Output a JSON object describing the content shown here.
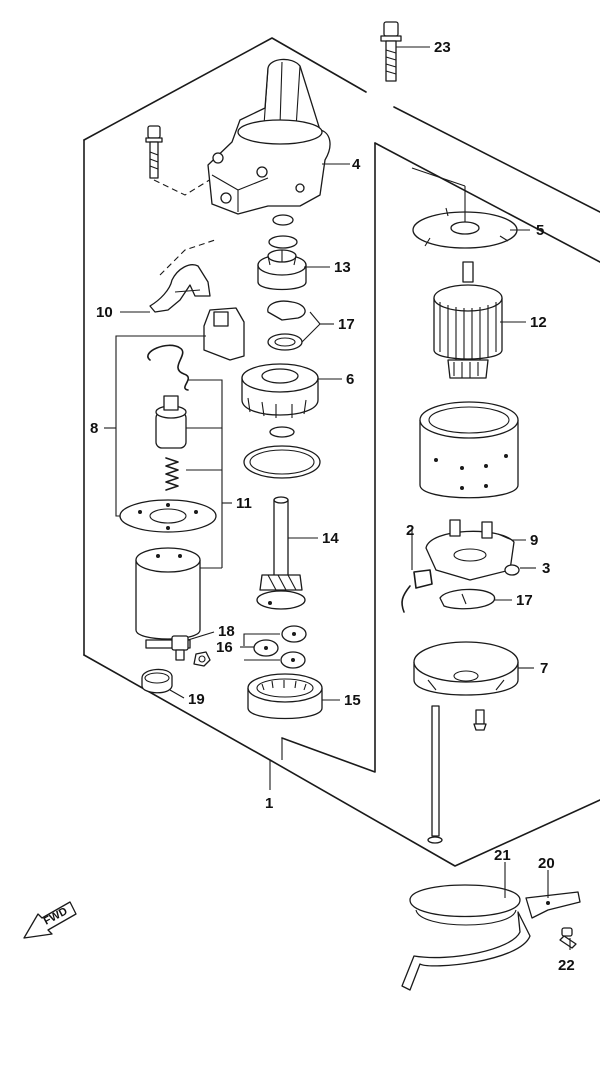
{
  "callouts": [
    "1",
    "2",
    "3",
    "4",
    "5",
    "6",
    "7",
    "8",
    "9",
    "10",
    "11",
    "12",
    "13",
    "14",
    "15",
    "16",
    "17",
    "17",
    "18",
    "19",
    "20",
    "21",
    "22",
    "23"
  ],
  "fwd_label": "FWD",
  "colors": {
    "line": "#1a1a1a",
    "background": "#ffffff"
  }
}
